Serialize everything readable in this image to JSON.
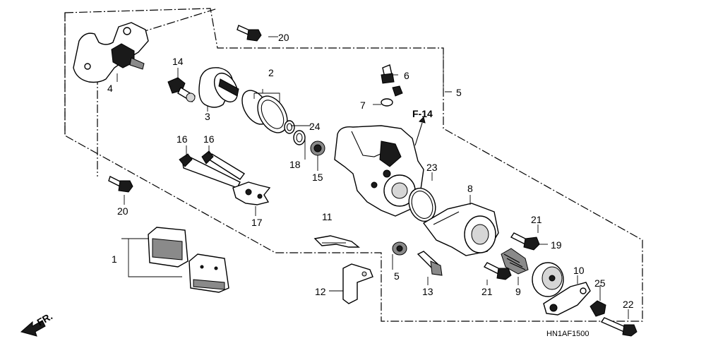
{
  "diagram": {
    "code": "HN1AF1500",
    "front_marker": "FR.",
    "reference_marker": "F-14",
    "callouts": [
      {
        "id": "c1",
        "text": "1"
      },
      {
        "id": "c2",
        "text": "2"
      },
      {
        "id": "c3",
        "text": "3"
      },
      {
        "id": "c4",
        "text": "4"
      },
      {
        "id": "c5",
        "text": "5"
      },
      {
        "id": "c5b",
        "text": "5"
      },
      {
        "id": "c6",
        "text": "6"
      },
      {
        "id": "c7",
        "text": "7"
      },
      {
        "id": "c8",
        "text": "8"
      },
      {
        "id": "c9",
        "text": "9"
      },
      {
        "id": "c10",
        "text": "10"
      },
      {
        "id": "c11",
        "text": "11"
      },
      {
        "id": "c12",
        "text": "12"
      },
      {
        "id": "c13",
        "text": "13"
      },
      {
        "id": "c14",
        "text": "14"
      },
      {
        "id": "c15",
        "text": "15"
      },
      {
        "id": "c16a",
        "text": "16"
      },
      {
        "id": "c16b",
        "text": "16"
      },
      {
        "id": "c17",
        "text": "17"
      },
      {
        "id": "c18",
        "text": "18"
      },
      {
        "id": "c19",
        "text": "19"
      },
      {
        "id": "c20a",
        "text": "20"
      },
      {
        "id": "c20b",
        "text": "20"
      },
      {
        "id": "c21a",
        "text": "21"
      },
      {
        "id": "c21b",
        "text": "21"
      },
      {
        "id": "c22",
        "text": "22"
      },
      {
        "id": "c23",
        "text": "23"
      },
      {
        "id": "c24",
        "text": "24"
      },
      {
        "id": "c25",
        "text": "25"
      }
    ]
  }
}
